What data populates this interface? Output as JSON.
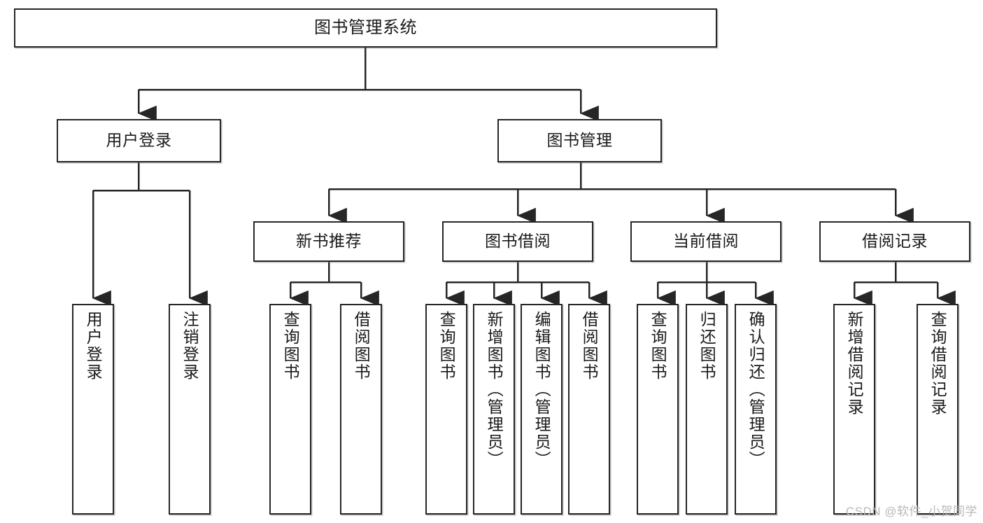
{
  "diagram": {
    "type": "tree-hierarchy",
    "title": "图书管理系统",
    "watermark": "CSDN @软件_小贺同学",
    "colors": {
      "box_border": "#262626",
      "box_fill": "#ffffff",
      "connector": "#262626",
      "text": "#1a1a1a",
      "watermark": "#b9b9b9",
      "background": "#ffffff"
    },
    "nodes": {
      "root": {
        "label": "图书管理系统",
        "orientation": "horizontal"
      },
      "level1": [
        {
          "id": "user-login",
          "label": "用户登录",
          "orientation": "horizontal"
        },
        {
          "id": "book-management",
          "label": "图书管理",
          "orientation": "horizontal"
        }
      ],
      "level2": [
        {
          "id": "new-book-recommend",
          "label": "新书推荐",
          "orientation": "horizontal"
        },
        {
          "id": "book-borrow",
          "label": "图书借阅",
          "orientation": "horizontal"
        },
        {
          "id": "current-borrow",
          "label": "当前借阅",
          "orientation": "horizontal"
        },
        {
          "id": "borrow-record",
          "label": "借阅记录",
          "orientation": "horizontal"
        }
      ],
      "leaves": {
        "user-login": [
          {
            "id": "leaf-user-login",
            "label": "用户登录",
            "orientation": "vertical"
          },
          {
            "id": "leaf-logout-login",
            "label": "注销登录",
            "orientation": "vertical"
          }
        ],
        "new-book-recommend": [
          {
            "id": "leaf-query-book-1",
            "label": "查询图书",
            "orientation": "vertical"
          },
          {
            "id": "leaf-borrow-book-1",
            "label": "借阅图书",
            "orientation": "vertical"
          }
        ],
        "book-borrow": [
          {
            "id": "leaf-query-book-2",
            "label": "查询图书",
            "orientation": "vertical"
          },
          {
            "id": "leaf-add-book",
            "label": "新增图书（管理员）",
            "orientation": "vertical"
          },
          {
            "id": "leaf-edit-book",
            "label": "编辑图书（管理员）",
            "orientation": "vertical"
          },
          {
            "id": "leaf-borrow-book-2",
            "label": "借阅图书",
            "orientation": "vertical"
          }
        ],
        "current-borrow": [
          {
            "id": "leaf-query-book-3",
            "label": "查询图书",
            "orientation": "vertical"
          },
          {
            "id": "leaf-return-book",
            "label": "归还图书",
            "orientation": "vertical"
          },
          {
            "id": "leaf-confirm-return",
            "label": "确认归还（管理员）",
            "orientation": "vertical"
          }
        ],
        "borrow-record": [
          {
            "id": "leaf-add-record",
            "label": "新增借阅记录",
            "orientation": "vertical"
          },
          {
            "id": "leaf-query-record",
            "label": "查询借阅记录",
            "orientation": "vertical"
          }
        ]
      }
    }
  }
}
